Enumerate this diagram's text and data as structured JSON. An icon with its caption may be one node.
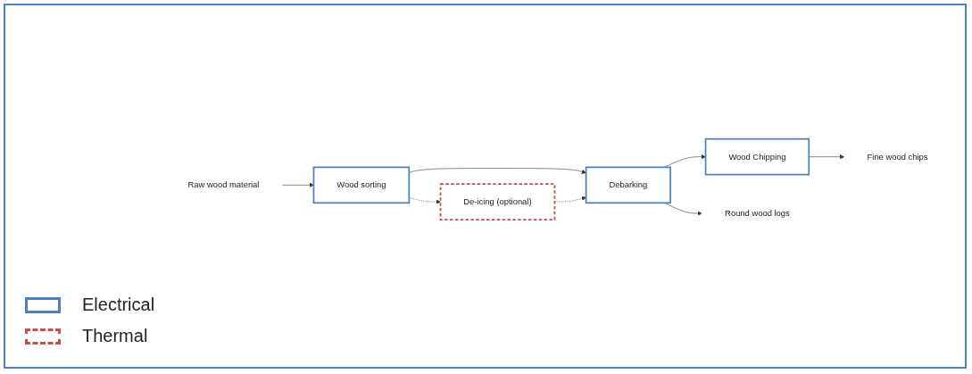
{
  "diagram": {
    "nodes": [
      {
        "text": [
          "Wood sorting"
        ]
      },
      {
        "text": [
          "De-icing (optional)"
        ]
      },
      {
        "text": [
          "Raw wood material"
        ]
      },
      {
        "text": [
          "Debarking"
        ]
      },
      {
        "text": [
          "Wood Chipping"
        ]
      },
      {
        "text": [
          "Round wood logs"
        ]
      },
      {
        "text": [
          "Fine wood chips"
        ]
      }
    ],
    "edges": [
      {
        "from": 2,
        "to": 0,
        "arrow": "to"
      },
      {
        "from": 0,
        "to": 1,
        "arrow": "to",
        "style": "dashed"
      },
      {
        "from": 0,
        "to": 3,
        "arrow": "to"
      },
      {
        "from": 1,
        "to": 3,
        "arrow": "to",
        "style": "dashed"
      },
      {
        "from": 3,
        "to": 4,
        "arrow": "to"
      },
      {
        "from": 3,
        "to": 5,
        "arrow": "to"
      },
      {
        "from": 4,
        "to": 6,
        "arrow": "to"
      }
    ],
    "legend": [
      {
        "text": "Electrical",
        "color": "#4f81bd"
      },
      {
        "text": "Thermal",
        "color": "#c0504d"
      }
    ]
  }
}
